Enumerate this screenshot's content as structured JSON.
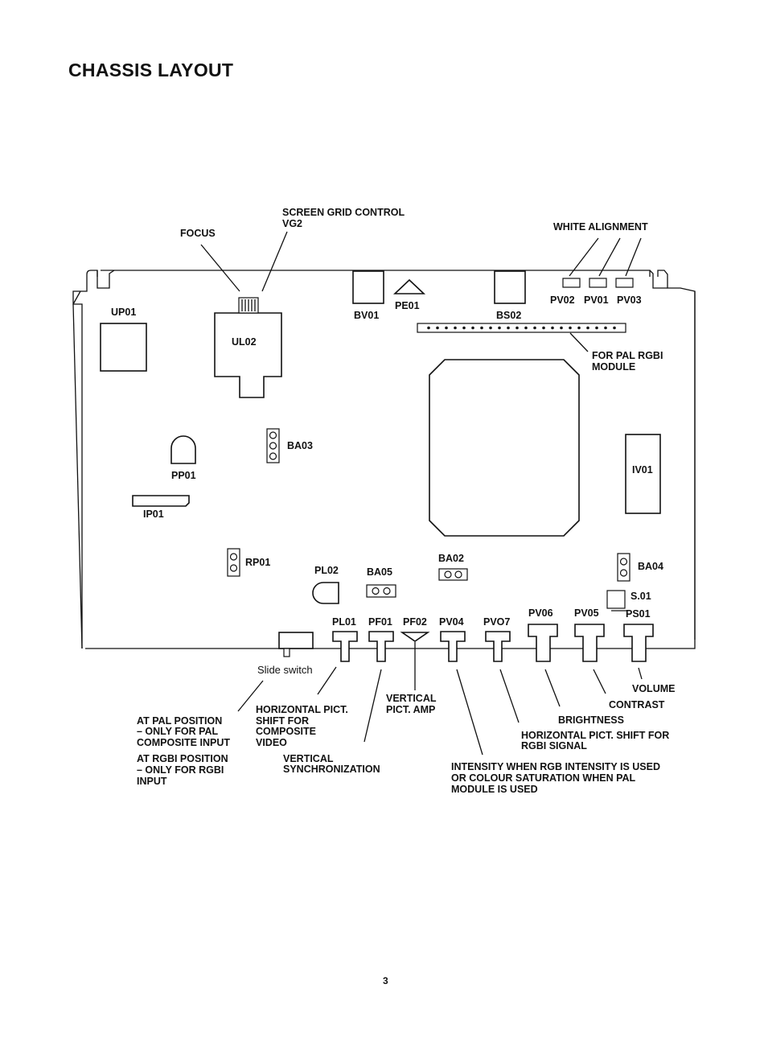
{
  "title": "CHASSIS LAYOUT",
  "page_number": "3",
  "components": {
    "up01": "UP01",
    "ul02": "UL02",
    "bv01": "BV01",
    "pe01": "PE01",
    "bs02": "BS02",
    "pv02": "PV02",
    "pv01": "PV01",
    "pv03": "PV03",
    "ba03": "BA03",
    "pp01": "PP01",
    "ip01": "IP01",
    "iv01": "IV01",
    "rp01": "RP01",
    "pl02": "PL02",
    "ba05": "BA05",
    "ba02": "BA02",
    "ba04": "BA04",
    "s01": "S.01",
    "pl01": "PL01",
    "pf01": "PF01",
    "pf02": "PF02",
    "pv04": "PV04",
    "pv07": "PVO7",
    "pv06": "PV06",
    "pv05": "PV05",
    "ps01": "PS01",
    "slide_switch": "Slide switch"
  },
  "callouts": {
    "focus": "FOCUS",
    "screen_grid": [
      "SCREEN GRID CONTROL",
      "VG2"
    ],
    "white_alignment": "WHITE ALIGNMENT",
    "pal_rgbi_module": [
      "FOR PAL RGBI",
      "MODULE"
    ],
    "at_pal": [
      "AT PAL POSITION",
      "– ONLY FOR PAL",
      "COMPOSITE INPUT"
    ],
    "at_rgbi": [
      "AT RGBI POSITION",
      "– ONLY FOR RGBI",
      "INPUT"
    ],
    "horizontal_pict_composite": [
      "HORIZONTAL PICT.",
      "SHIFT FOR",
      "COMPOSITE",
      "VIDEO"
    ],
    "vertical_sync": [
      "VERTICAL",
      "SYNCHRONIZATION"
    ],
    "vertical_pict_amp": [
      "VERTICAL",
      "PICT. AMP"
    ],
    "intensity": [
      "INTENSITY WHEN RGB INTENSITY IS USED",
      "OR COLOUR SATURATION WHEN PAL",
      "MODULE IS USED"
    ],
    "horizontal_pict_rgbi": [
      "HORIZONTAL PICT. SHIFT FOR",
      "RGBI SIGNAL"
    ],
    "brightness": "BRIGHTNESS",
    "contrast": "CONTRAST",
    "volume": "VOLUME"
  }
}
